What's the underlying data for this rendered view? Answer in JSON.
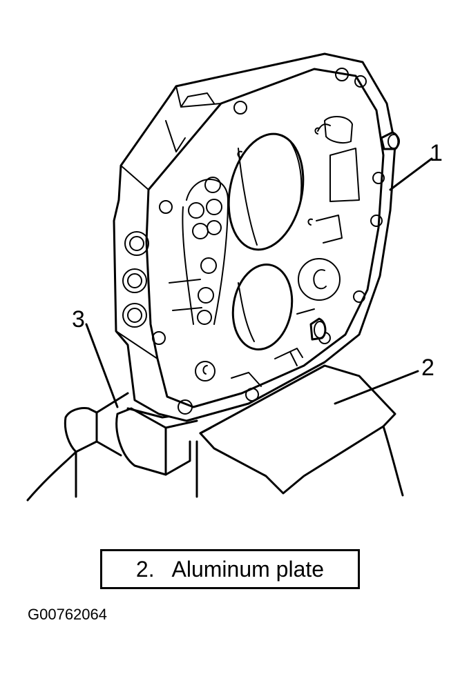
{
  "callouts": {
    "one": "1",
    "two": "2",
    "three": "3"
  },
  "caption": "2.   Aluminum plate",
  "figure_id": "G00762064"
}
